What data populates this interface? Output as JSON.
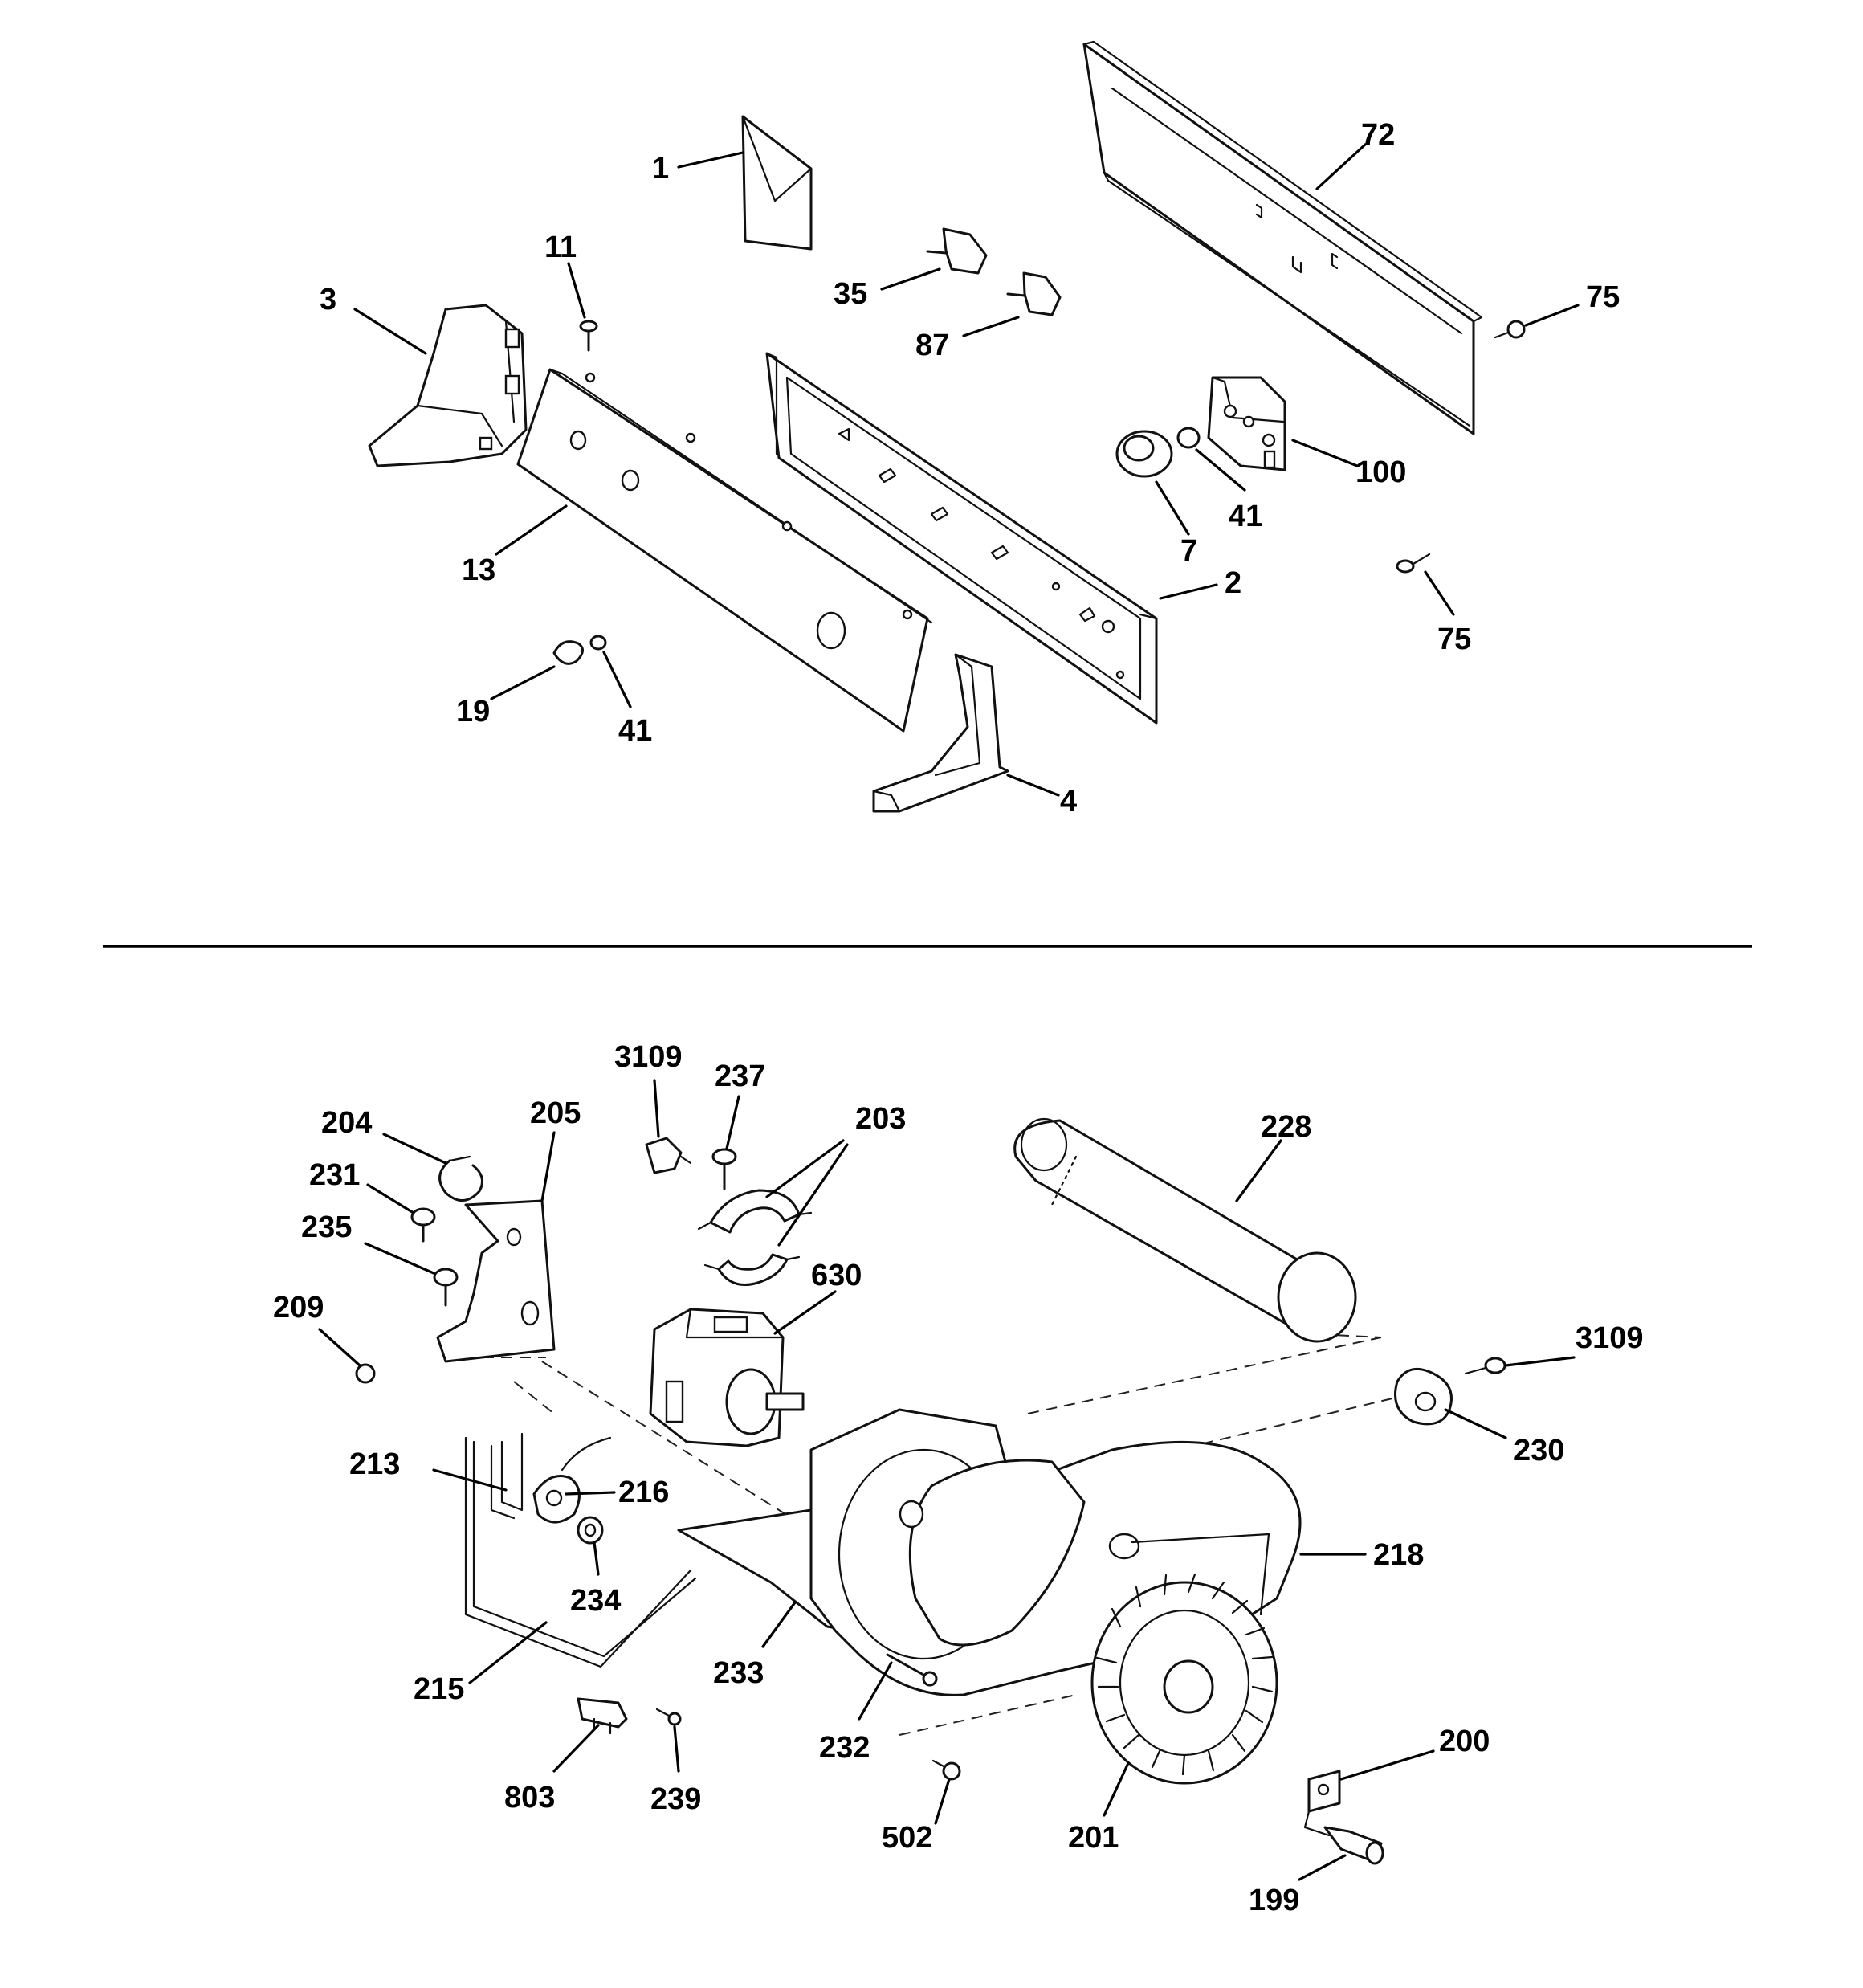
{
  "colors": {
    "ink": "#111111",
    "background": "#ffffff"
  },
  "callouts": {
    "c1": "1",
    "c72": "72",
    "c11": "11",
    "c3": "3",
    "c35": "35",
    "c87": "87",
    "c75a": "75",
    "c100": "100",
    "c41a": "41",
    "c7": "7",
    "c13": "13",
    "c2": "2",
    "c75b": "75",
    "c19": "19",
    "c41b": "41",
    "c4": "4",
    "c3109a": "3109",
    "c237": "237",
    "c203": "203",
    "c204": "204",
    "c205": "205",
    "c228": "228",
    "c231": "231",
    "c235": "235",
    "c630": "630",
    "c209": "209",
    "c3109b": "3109",
    "c230": "230",
    "c213": "213",
    "c216": "216",
    "c218": "218",
    "c234": "234",
    "c215": "215",
    "c233": "233",
    "c232": "232",
    "c200": "200",
    "c803": "803",
    "c239": "239",
    "c502": "502",
    "c201": "201",
    "c199": "199"
  }
}
